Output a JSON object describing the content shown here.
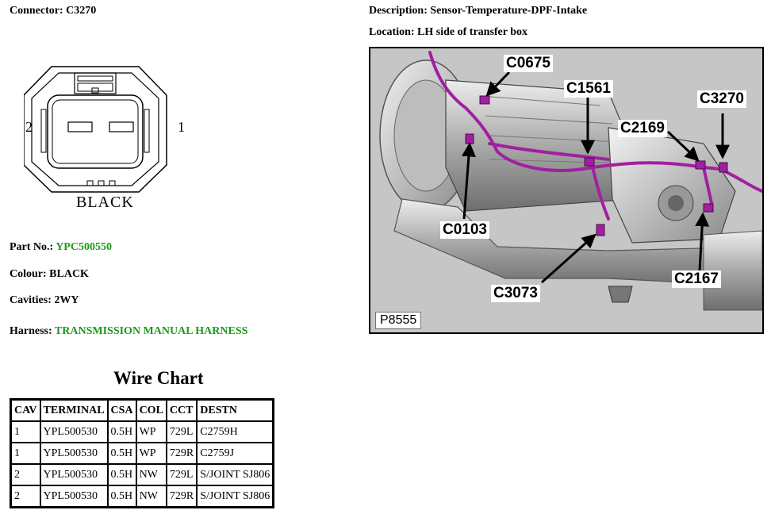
{
  "connector_label": "Connector: C3270",
  "description_label": "Description: Sensor-Temperature-DPF-Intake",
  "location_label": "Location: LH side of transfer box",
  "pin_left": "2",
  "pin_right": "1",
  "face_colour_text": "BLACK",
  "part_no": {
    "label": "Part No.:",
    "value": "YPC500550"
  },
  "colour_label": "Colour: BLACK",
  "cavities_label": "Cavities: 2WY",
  "harness": {
    "label": "Harness:",
    "value": "TRANSMISSION MANUAL HARNESS"
  },
  "photo": {
    "figure_id": "P8555",
    "callouts": [
      "C0675",
      "C1561",
      "C3270",
      "C2169",
      "C0103",
      "C3073",
      "C2167"
    ],
    "harness_color": "#a020a0"
  },
  "wire_chart": {
    "title": "Wire Chart",
    "headers": [
      "CAV",
      "TERMINAL",
      "CSA",
      "COL",
      "CCT",
      "DESTN"
    ],
    "rows": [
      [
        "1",
        "YPL500530",
        "0.5H",
        "WP",
        "729L",
        "C2759H"
      ],
      [
        "1",
        "YPL500530",
        "0.5H",
        "WP",
        "729R",
        "C2759J"
      ],
      [
        "2",
        "YPL500530",
        "0.5H",
        "NW",
        "729L",
        "S/JOINT SJ806"
      ],
      [
        "2",
        "YPL500530",
        "0.5H",
        "NW",
        "729R",
        "S/JOINT SJ806"
      ]
    ]
  },
  "colors": {
    "green_text": "#1a9a1a"
  }
}
